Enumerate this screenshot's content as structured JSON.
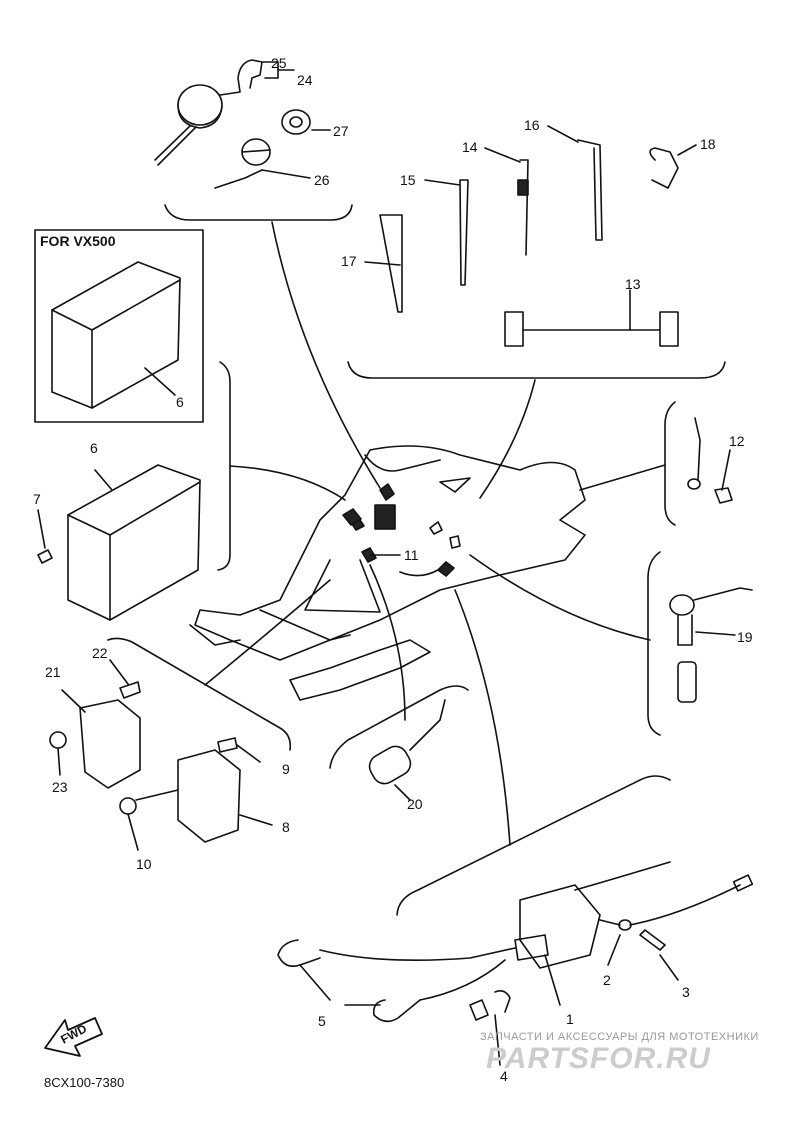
{
  "diagram": {
    "box_title": "FOR VX500",
    "part_code": "8CX100-7380",
    "fwd_label": "FWD",
    "watermark": {
      "line": "ЗАПЧАСТИ И АКСЕССУАРЫ ДЛЯ МОТОТЕХНИКИ",
      "brand": "PARTSFOR.RU"
    },
    "callouts": {
      "c1": "1",
      "c2": "2",
      "c3": "3",
      "c4": "4",
      "c5": "5",
      "c6a": "6",
      "c6b": "6",
      "c7": "7",
      "c8": "8",
      "c9": "9",
      "c10": "10",
      "c11": "11",
      "c12": "12",
      "c13": "13",
      "c14": "14",
      "c15": "15",
      "c16": "16",
      "c17": "17",
      "c18": "18",
      "c19": "19",
      "c20": "20",
      "c21": "21",
      "c22": "22",
      "c23": "23",
      "c24": "24",
      "c25": "25",
      "c26": "26",
      "c27": "27"
    }
  }
}
